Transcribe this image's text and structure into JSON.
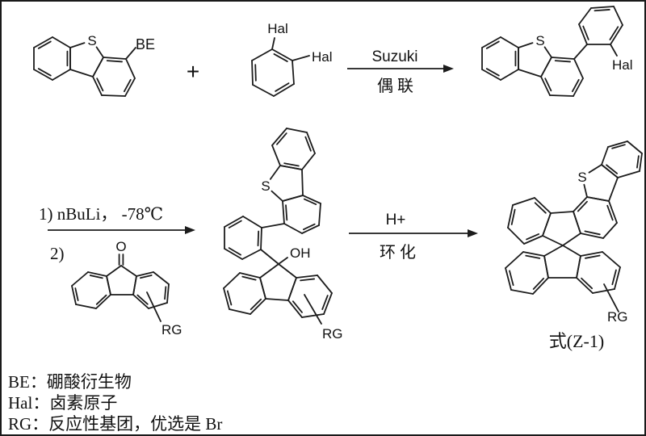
{
  "scheme": {
    "plus_sign": "+",
    "step1": {
      "above": "Suzuki",
      "below": "偶联"
    },
    "step2": {
      "line1": "1) nBuLi， -78℃",
      "line2": "2)"
    },
    "step3": {
      "above": "H+",
      "below": "环化"
    },
    "atoms": {
      "sulfur": "S",
      "boron_group": "BE",
      "halogen": "Hal",
      "oxygen": "O",
      "hydroxyl": "OH",
      "reactive_group": "RG"
    },
    "product_label": "式(Z-1)"
  },
  "legend": {
    "be": "BE：硼酸衍生物",
    "hal": "Hal：卤素原子",
    "rg": "RG：反应性基团，优选是 Br"
  },
  "colors": {
    "ink": "#1c1c1c",
    "background": "#ffffff"
  }
}
